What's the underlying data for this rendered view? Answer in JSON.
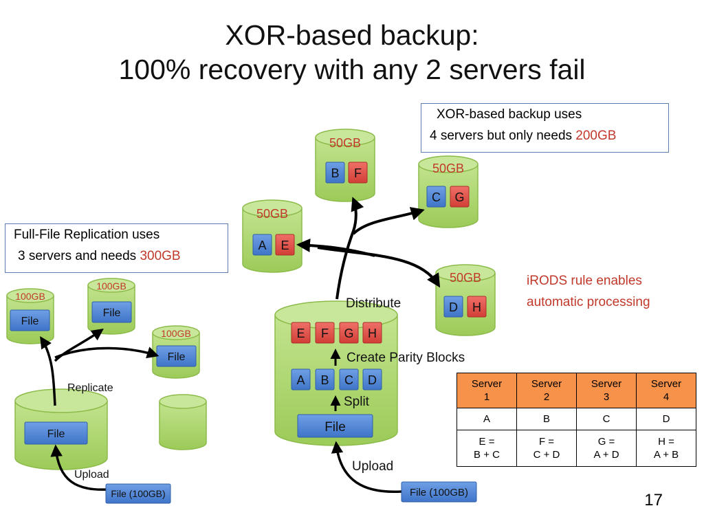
{
  "title": {
    "line1": "XOR-based backup:",
    "line2": "100% recovery with any 2 servers fail"
  },
  "callout_xor": {
    "line1": "XOR-based backup uses",
    "line2_prefix": "4 servers but only needs ",
    "line2_value": "200GB"
  },
  "callout_replication": {
    "line1": "Full-File Replication uses",
    "line2_prefix": "3 servers and needs ",
    "line2_value": "300GB"
  },
  "irods_note": {
    "line1": "iRODS rule enables",
    "line2": "automatic processing"
  },
  "replication": {
    "server_capacity": "100GB",
    "file_label": "File",
    "replicate_label": "Replicate",
    "upload_label": "Upload",
    "upload_file": "File (100GB)"
  },
  "xor": {
    "server_capacity": "50GB",
    "servers": [
      {
        "blocks": [
          "A",
          "E"
        ]
      },
      {
        "blocks": [
          "B",
          "F"
        ]
      },
      {
        "blocks": [
          "C",
          "G"
        ]
      },
      {
        "blocks": [
          "D",
          "H"
        ]
      }
    ],
    "parity_blocks": [
      "E",
      "F",
      "G",
      "H"
    ],
    "data_blocks": [
      "A",
      "B",
      "C",
      "D"
    ],
    "file_label": "File",
    "distribute_label": "Distribute",
    "create_parity_label": "Create Parity Blocks",
    "split_label": "Split",
    "upload_label": "Upload",
    "upload_file": "File (100GB)"
  },
  "table": {
    "headers": [
      [
        "Server",
        "1"
      ],
      [
        "Server",
        "2"
      ],
      [
        "Server",
        "3"
      ],
      [
        "Server",
        "4"
      ]
    ],
    "data_row": [
      "A",
      "B",
      "C",
      "D"
    ],
    "parity_row": [
      [
        "E =",
        "B + C"
      ],
      [
        "F =",
        "C + D"
      ],
      [
        "G =",
        "A + D"
      ],
      [
        "H =",
        "A + B"
      ]
    ]
  },
  "page_number": "17",
  "colors": {
    "cylinder_fill": "#a9d468",
    "cylinder_stroke": "#8cbb4a",
    "data_block": "#4f86d8",
    "parity_block": "#e2524a",
    "capacity_text": "#c0392b",
    "table_header": "#f7924a"
  }
}
